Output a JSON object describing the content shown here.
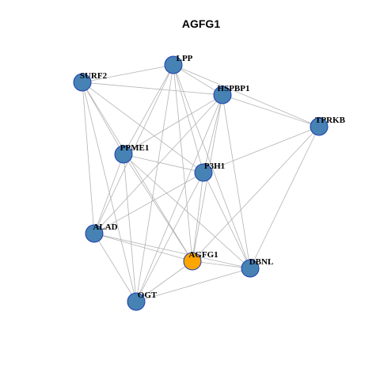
{
  "title": "AGFG1",
  "colors": {
    "node_default": "#4682b4",
    "node_highlight": "#ffa500",
    "node_border": "#1e3fb0",
    "edge": "#b3b3b3"
  },
  "nodes": [
    {
      "id": "LPP",
      "label": "LPP",
      "highlight": false
    },
    {
      "id": "SURF2",
      "label": "SURF2",
      "highlight": false
    },
    {
      "id": "HSPBP1",
      "label": "HSPBP1",
      "highlight": false
    },
    {
      "id": "TPRKB",
      "label": "TPRKB",
      "highlight": false
    },
    {
      "id": "PPME1",
      "label": "PPME1",
      "highlight": false
    },
    {
      "id": "P3H1",
      "label": "P3H1",
      "highlight": false
    },
    {
      "id": "ALAD",
      "label": "ALAD",
      "highlight": false
    },
    {
      "id": "AGFG1",
      "label": "AGFG1",
      "highlight": true
    },
    {
      "id": "DBNL",
      "label": "DBNL",
      "highlight": false
    },
    {
      "id": "OGT",
      "label": "OGT",
      "highlight": false
    }
  ],
  "edges": [
    [
      "SURF2",
      "LPP"
    ],
    [
      "SURF2",
      "HSPBP1"
    ],
    [
      "SURF2",
      "PPME1"
    ],
    [
      "SURF2",
      "P3H1"
    ],
    [
      "SURF2",
      "ALAD"
    ],
    [
      "SURF2",
      "AGFG1"
    ],
    [
      "SURF2",
      "OGT"
    ],
    [
      "LPP",
      "HSPBP1"
    ],
    [
      "LPP",
      "TPRKB"
    ],
    [
      "LPP",
      "PPME1"
    ],
    [
      "LPP",
      "P3H1"
    ],
    [
      "LPP",
      "ALAD"
    ],
    [
      "LPP",
      "AGFG1"
    ],
    [
      "LPP",
      "DBNL"
    ],
    [
      "LPP",
      "OGT"
    ],
    [
      "HSPBP1",
      "TPRKB"
    ],
    [
      "HSPBP1",
      "PPME1"
    ],
    [
      "HSPBP1",
      "P3H1"
    ],
    [
      "HSPBP1",
      "ALAD"
    ],
    [
      "HSPBP1",
      "AGFG1"
    ],
    [
      "HSPBP1",
      "DBNL"
    ],
    [
      "HSPBP1",
      "OGT"
    ],
    [
      "TPRKB",
      "P3H1"
    ],
    [
      "TPRKB",
      "AGFG1"
    ],
    [
      "TPRKB",
      "DBNL"
    ],
    [
      "PPME1",
      "P3H1"
    ],
    [
      "PPME1",
      "ALAD"
    ],
    [
      "PPME1",
      "AGFG1"
    ],
    [
      "PPME1",
      "DBNL"
    ],
    [
      "PPME1",
      "OGT"
    ],
    [
      "P3H1",
      "ALAD"
    ],
    [
      "P3H1",
      "AGFG1"
    ],
    [
      "P3H1",
      "DBNL"
    ],
    [
      "P3H1",
      "OGT"
    ],
    [
      "ALAD",
      "AGFG1"
    ],
    [
      "ALAD",
      "DBNL"
    ],
    [
      "ALAD",
      "OGT"
    ],
    [
      "AGFG1",
      "DBNL"
    ],
    [
      "AGFG1",
      "OGT"
    ],
    [
      "DBNL",
      "OGT"
    ]
  ]
}
